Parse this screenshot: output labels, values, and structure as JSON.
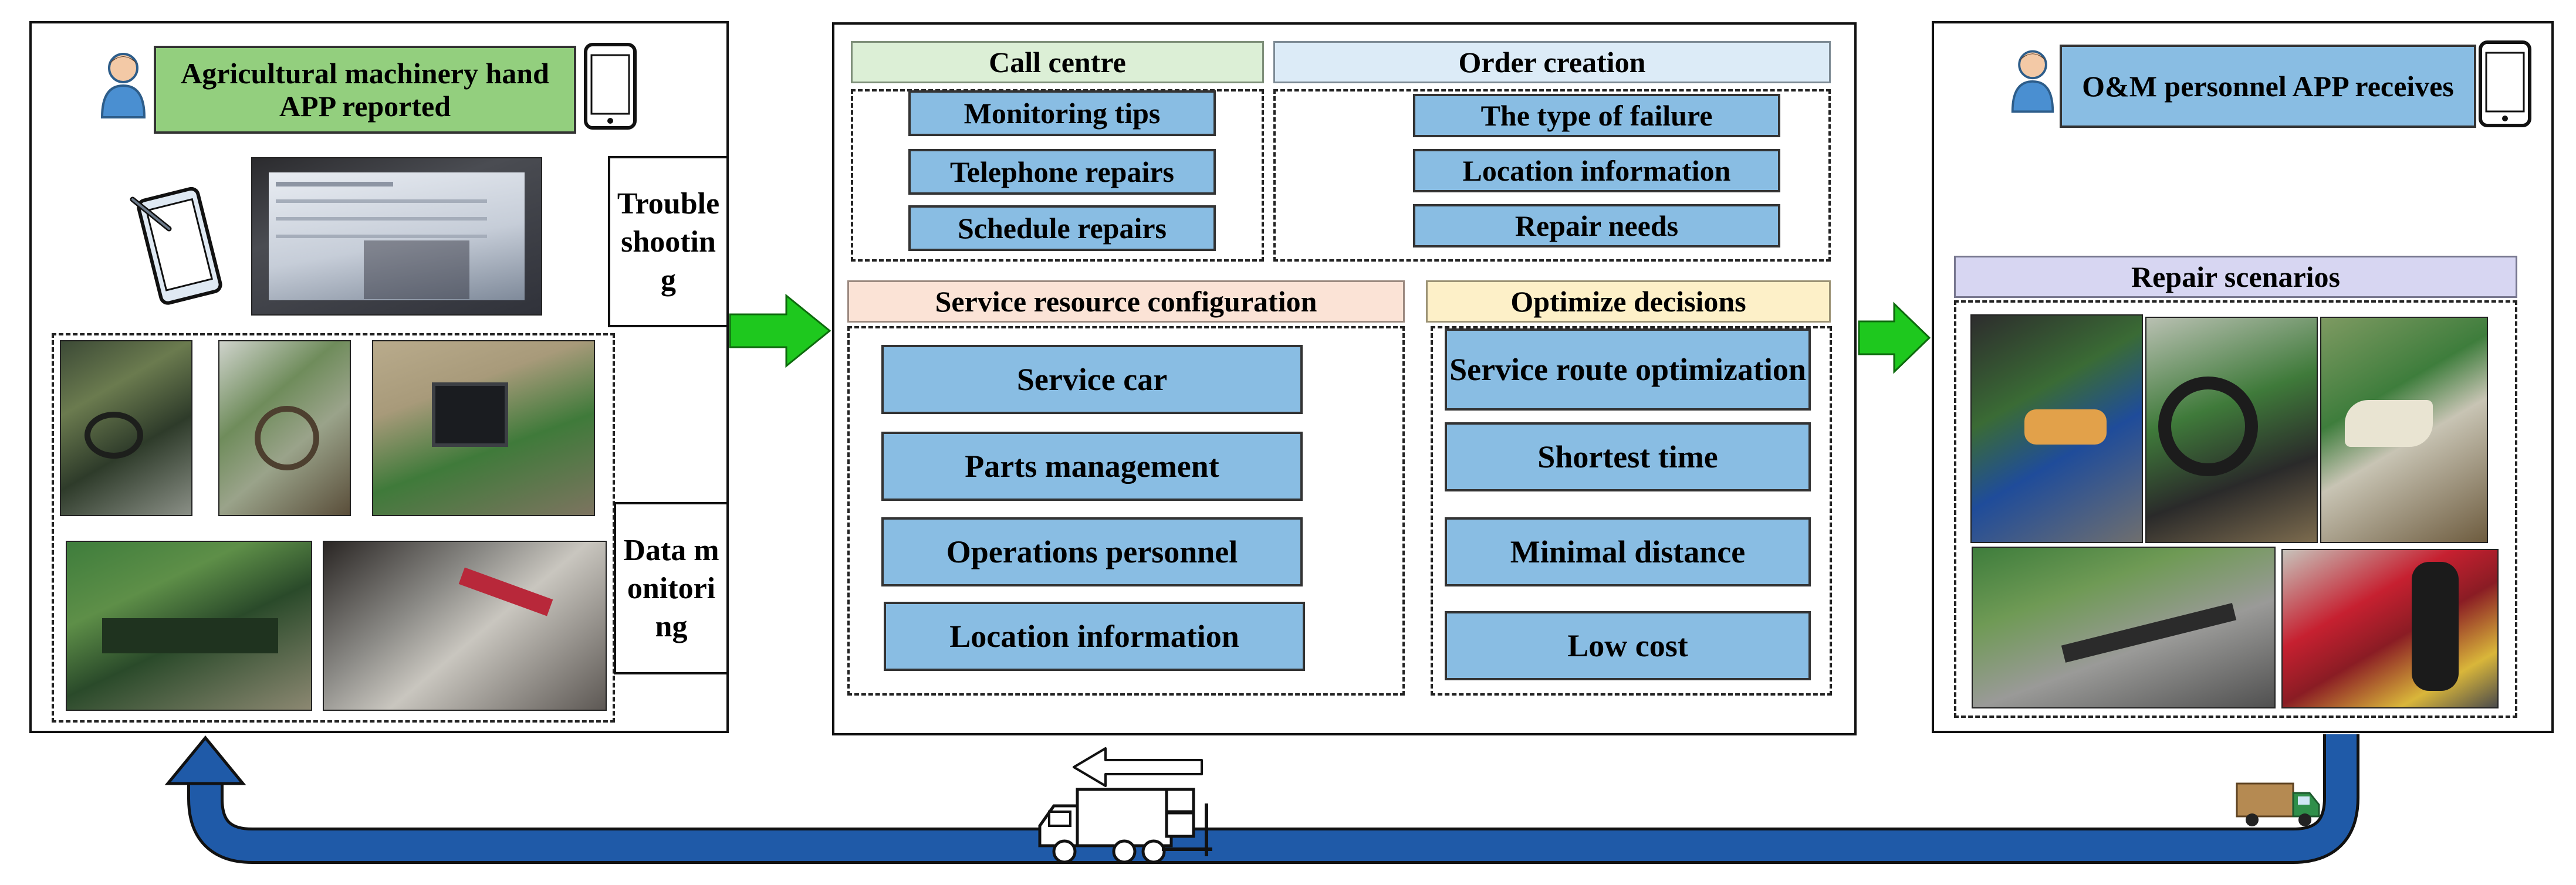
{
  "left": {
    "title": "Agricultural machinery hand APP reported",
    "troubleshooting": "Troubleshooting",
    "data_monitoring": "Data monitoring"
  },
  "center": {
    "call_centre": {
      "header": "Call centre",
      "items": [
        "Monitoring tips",
        "Telephone repairs",
        "Schedule repairs"
      ]
    },
    "order_creation": {
      "header": "Order creation",
      "items": [
        "The type of failure",
        "Location information",
        "Repair needs"
      ]
    },
    "service_resource": {
      "header": "Service resource configuration",
      "items": [
        "Service car",
        "Parts management",
        "Operations personnel",
        "Location information"
      ]
    },
    "optimize": {
      "header": "Optimize decisions",
      "items": [
        "Service route optimization",
        "Shortest time",
        "Minimal distance",
        "Low cost"
      ]
    }
  },
  "right": {
    "title": "O&M personnel APP receives",
    "scenarios_header": "Repair scenarios"
  },
  "colors": {
    "box_blue": "#89bde3",
    "box_green": "#93cf7e",
    "arrow_green": "#1ec81e",
    "loop_blue": "#1f5aa8"
  },
  "icons": [
    "person-icon",
    "smartphone-icon",
    "tablet-stylus-icon",
    "truck-icon",
    "delivery-truck-icon",
    "left-arrow-icon"
  ]
}
